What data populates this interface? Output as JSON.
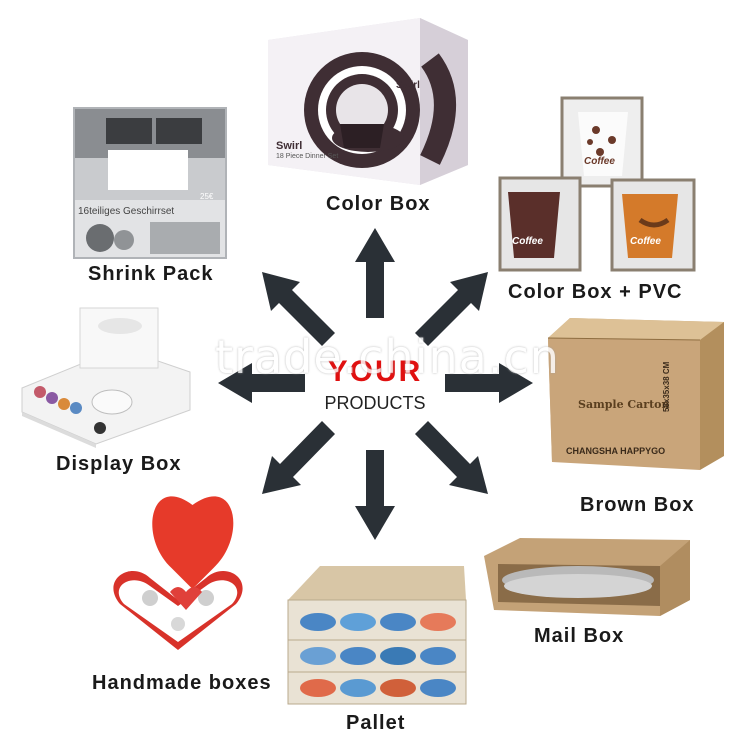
{
  "center": {
    "title": "YOUR",
    "subtitle": "PRODUCTS"
  },
  "watermark": "trade.china.cn",
  "items": {
    "color_box": {
      "label": "Color  Box",
      "box_title": "Swirl",
      "box_sub": "18 Piece Dinner Set"
    },
    "shrink_pack": {
      "label": "Shrink  Pack",
      "pack_text": "16teiliges Geschirrset",
      "price": "25€"
    },
    "color_box_pvc": {
      "label": "Color  Box  +  PVC",
      "cup_text": "Coffee"
    },
    "display_box": {
      "label": "Display  Box"
    },
    "brown_box": {
      "label": "Brown  Box",
      "carton_title": "Sample Carton",
      "carton_brand": "CHANGSHA HAPPYGO",
      "carton_size": "58x35x38 CM"
    },
    "mail_box": {
      "label": "Mail  Box"
    },
    "handmade_boxes": {
      "label": "Handmade  boxes"
    },
    "pallet": {
      "label": "Pallet"
    }
  },
  "colors": {
    "arrow": "#2a3036",
    "accent_red": "#e01010",
    "kraft": "#c9a97a"
  }
}
